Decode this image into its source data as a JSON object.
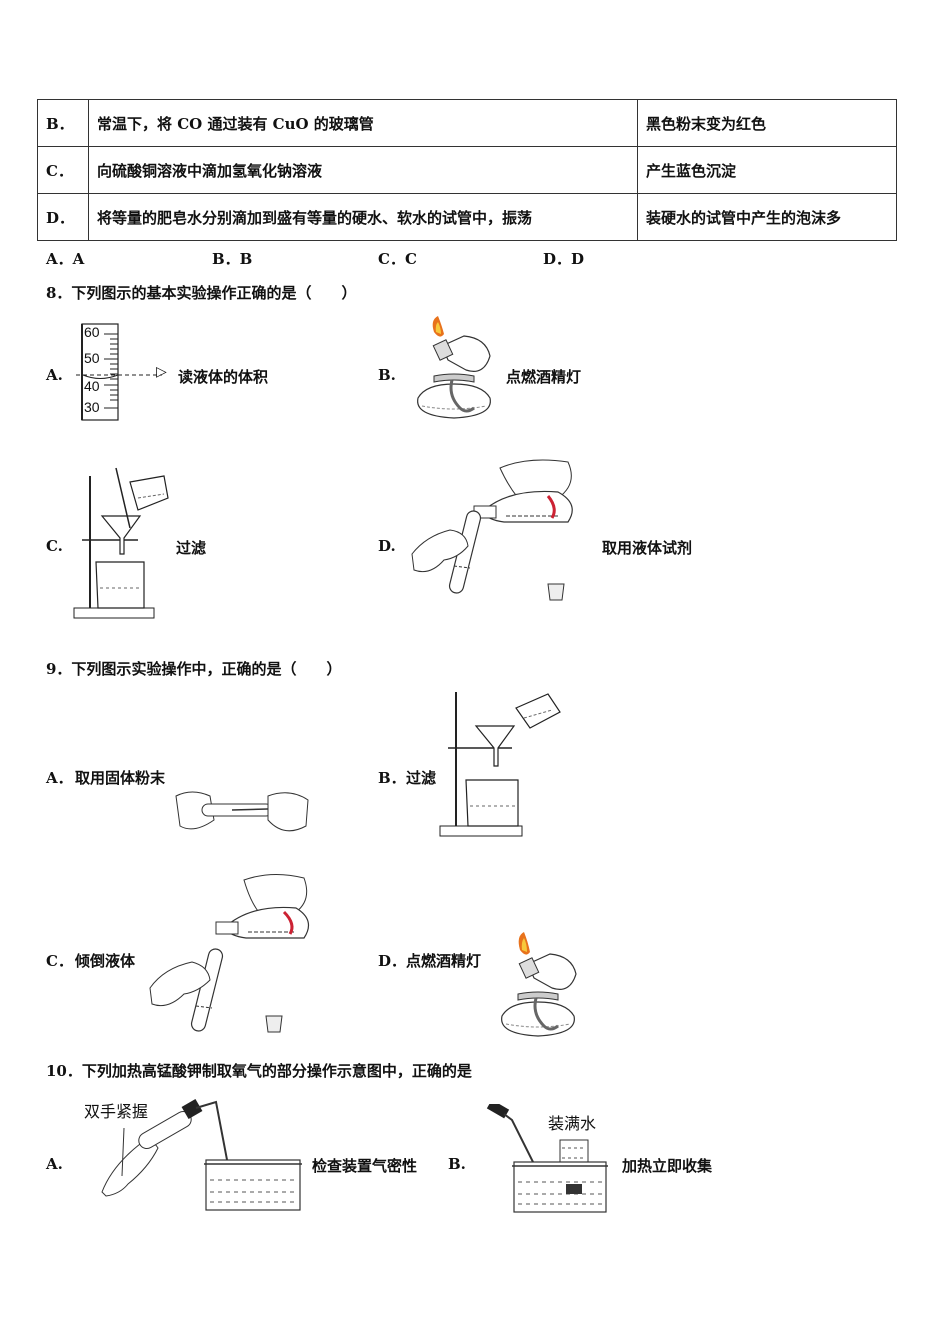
{
  "table": {
    "rows": [
      {
        "key": "B．",
        "operation": "常温下，将 CO 通过装有 CuO 的玻璃管",
        "phenomenon": "黑色粉末变为红色"
      },
      {
        "key": "C．",
        "operation": "向硫酸铜溶液中滴加氢氧化钠溶液",
        "phenomenon": "产生蓝色沉淀"
      },
      {
        "key": "D．",
        "operation": "将等量的肥皂水分别滴加到盛有等量的硬水、软水的试管中，振荡",
        "phenomenon": "装硬水的试管中产生的泡沫多"
      }
    ]
  },
  "q7_answers": [
    "A．A",
    "B．B",
    "C．C",
    "D．D"
  ],
  "q8": {
    "stem": "8．下列图示的基本实验操作正确的是（　　）",
    "options": [
      {
        "letter": "A.",
        "caption": "读液体的体积",
        "figure": "graduated-cylinder-reading",
        "ticks": [
          "60",
          "50",
          "40",
          "30"
        ]
      },
      {
        "letter": "B.",
        "caption": "点燃酒精灯",
        "figure": "alcohol-lamp-lighting"
      },
      {
        "letter": "C.",
        "caption": "过滤",
        "figure": "filtration-setup"
      },
      {
        "letter": "D.",
        "caption": "取用液体试剂",
        "figure": "pouring-liquid"
      }
    ]
  },
  "q9": {
    "stem": "9．下列图示实验操作中，正确的是（　　）",
    "options": [
      {
        "letter": "A．",
        "caption": "取用固体粉末",
        "figure": "powder-into-tube"
      },
      {
        "letter": "B．",
        "caption": "过滤",
        "figure": "filtration-setup"
      },
      {
        "letter": "C．",
        "caption": "倾倒液体",
        "figure": "pouring-liquid"
      },
      {
        "letter": "D．",
        "caption": "点燃酒精灯",
        "figure": "alcohol-lamp-lighting"
      }
    ]
  },
  "q10": {
    "stem": "10．下列加热高锰酸钾制取氧气的部分操作示意图中，正确的是",
    "options": [
      {
        "letter": "A.",
        "caption": "检查装置气密性",
        "figure_label": "双手紧握",
        "figure": "airtightness-check"
      },
      {
        "letter": "B.",
        "caption": "加热立即收集",
        "figure_label": "装满水",
        "figure": "gas-collection"
      }
    ]
  }
}
